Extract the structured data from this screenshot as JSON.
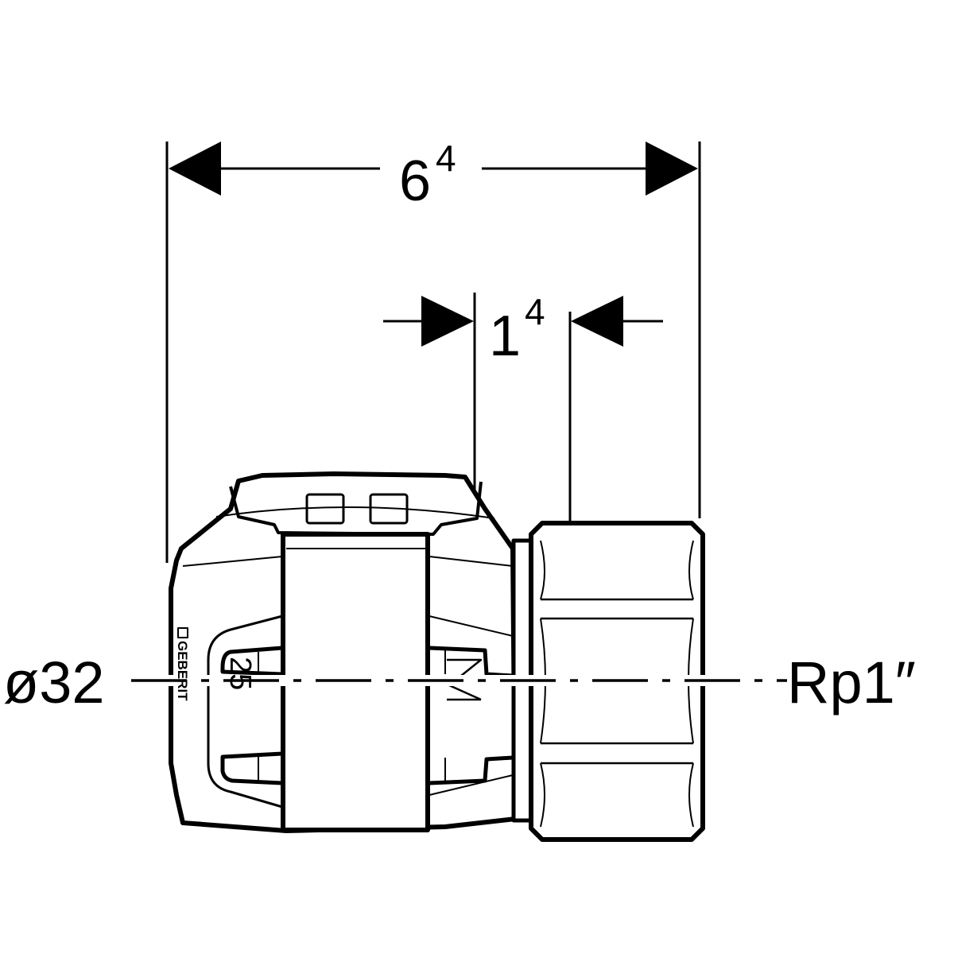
{
  "drawing": {
    "overall_length": {
      "value": "6",
      "superscript": "4"
    },
    "nut_length": {
      "value": "1",
      "superscript": "4"
    },
    "pipe_diameter": "ø32",
    "thread": "Rp1″",
    "body_marking_brand": "GEBERIT",
    "body_marking_size": "25",
    "line_color": "#000000"
  }
}
